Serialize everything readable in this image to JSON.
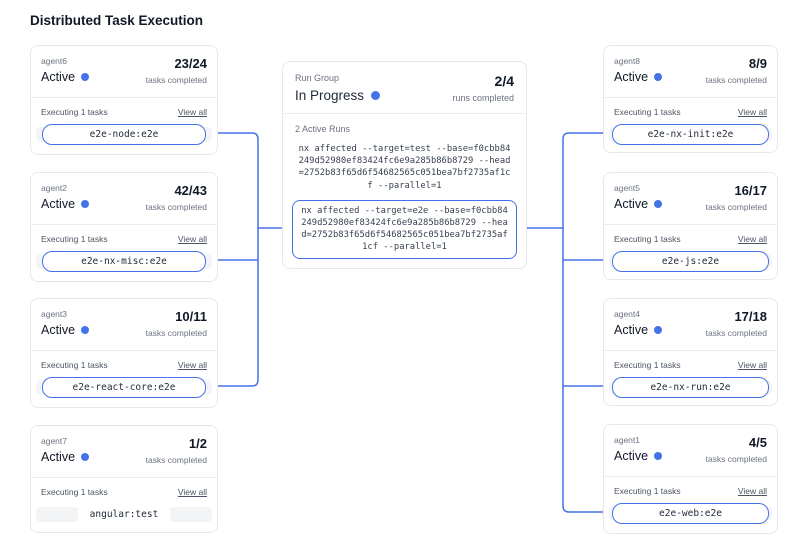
{
  "page": {
    "title": "Distributed Task Execution"
  },
  "colors": {
    "accent": "#4472e8",
    "card_border": "#e5e7eb",
    "text_dark": "#111827",
    "text_gray": "#6b7280"
  },
  "labels": {
    "executing": "Executing 1 tasks",
    "view_all": "View all",
    "tasks_completed": "tasks completed"
  },
  "run_group": {
    "label": "Run Group",
    "status": "In Progress",
    "fraction": "2/4",
    "fraction_caption": "runs completed",
    "active_runs_label": "2 Active Runs",
    "runs": [
      {
        "command": "nx affected --target=test --base=f0cbb84249d52980ef83424fc6e9a285b86b8729 --head=2752b83f65d6f54682565c051bea7bf2735af1cf --parallel=1",
        "highlighted": false
      },
      {
        "command": "nx affected --target=e2e --base=f0cbb84249d52980ef83424fc6e9a285b86b8729 --head=2752b83f65d6f54682565c051bea7bf2735af1cf --parallel=1",
        "highlighted": true
      }
    ]
  },
  "agents_left": [
    {
      "name": "agent6",
      "status": "Active",
      "fraction": "23/24",
      "task": "e2e-node:e2e",
      "task_highlighted": true
    },
    {
      "name": "agent2",
      "status": "Active",
      "fraction": "42/43",
      "task": "e2e-nx-misc:e2e",
      "task_highlighted": true
    },
    {
      "name": "agent3",
      "status": "Active",
      "fraction": "10/11",
      "task": "e2e-react-core:e2e",
      "task_highlighted": true
    },
    {
      "name": "agent7",
      "status": "Active",
      "fraction": "1/2",
      "task": "angular:test",
      "task_highlighted": false
    }
  ],
  "agents_right": [
    {
      "name": "agent8",
      "status": "Active",
      "fraction": "8/9",
      "task": "e2e-nx-init:e2e",
      "task_highlighted": true
    },
    {
      "name": "agent5",
      "status": "Active",
      "fraction": "16/17",
      "task": "e2e-js:e2e",
      "task_highlighted": true
    },
    {
      "name": "agent4",
      "status": "Active",
      "fraction": "17/18",
      "task": "e2e-nx-run:e2e",
      "task_highlighted": true
    },
    {
      "name": "agent1",
      "status": "Active",
      "fraction": "4/5",
      "task": "e2e-web:e2e",
      "task_highlighted": true
    }
  ]
}
